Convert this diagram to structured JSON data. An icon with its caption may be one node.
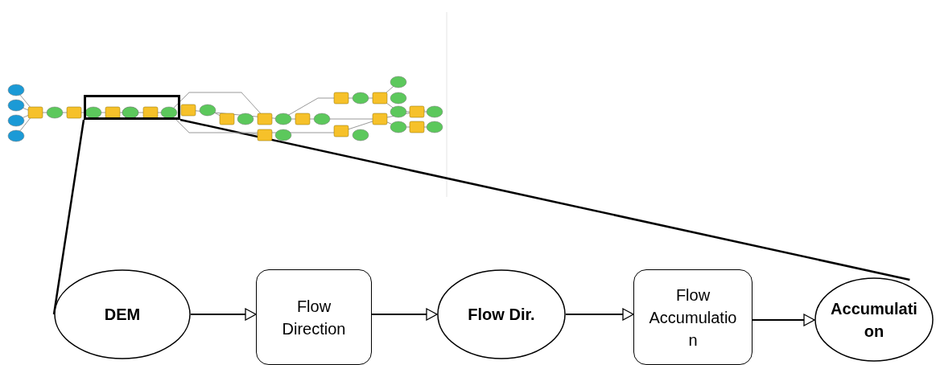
{
  "diagram": {
    "nodes": [
      {
        "text": [],
        "shape": "picture"
      },
      {
        "text": [],
        "shape": "box",
        "in": 0
      },
      {
        "text": [
          "DEM"
        ]
      },
      {
        "text": [
          "Flow Direction"
        ]
      },
      {
        "text": [
          "Flow Dir."
        ]
      },
      {
        "text": [
          "Flow Accumulation"
        ]
      },
      {
        "text": [
          "Accumulation"
        ]
      }
    ],
    "edges": [
      {
        "from": 1,
        "to": 2,
        "arrow": "none"
      },
      {
        "from": 1,
        "to": 6,
        "arrow": "none"
      },
      {
        "from": 2,
        "to": 3,
        "arrow": "to"
      },
      {
        "from": 3,
        "to": 4,
        "arrow": "to"
      },
      {
        "from": 4,
        "to": 5,
        "arrow": "to"
      },
      {
        "from": 5,
        "to": 6,
        "arrow": "to"
      }
    ]
  }
}
